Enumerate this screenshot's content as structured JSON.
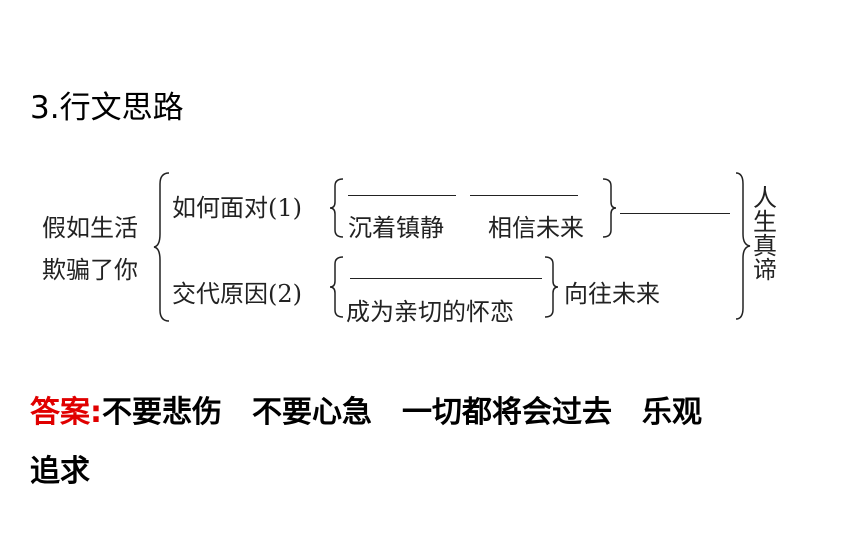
{
  "section_title": "3.行文思路",
  "diagram": {
    "root_line1": "假如生活",
    "root_line2": "欺骗了你",
    "branch1_label": "如何面对(1)",
    "branch1_item1": "沉着镇静",
    "branch1_item2": "相信未来",
    "branch2_label": "交代原因(2)",
    "branch2_item": "成为亲切的怀恋",
    "branch2_result": "向往未来",
    "conclusion": "人生真谛"
  },
  "answer": {
    "label": "答案:",
    "text_line1": "不要悲伤　不要心急　一切都将会过去　乐观",
    "text_line2": "追求"
  },
  "colors": {
    "answer_label": "#e00000",
    "text": "#000000",
    "diagram": "#222222"
  }
}
